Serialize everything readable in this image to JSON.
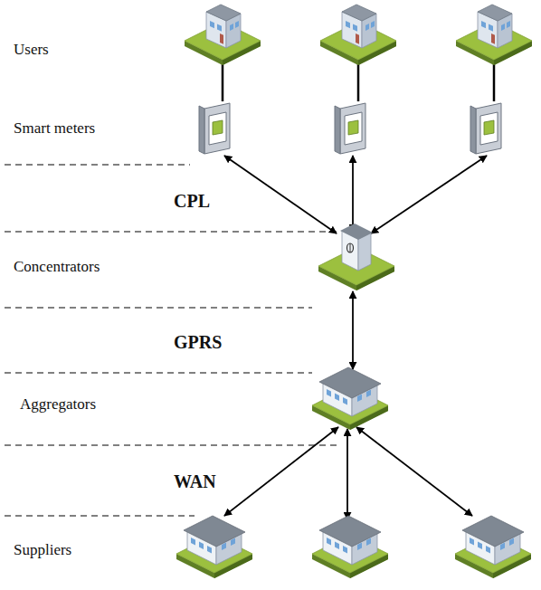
{
  "diagram": {
    "labels": [
      "Users",
      "Smart meters",
      "CPL",
      "Concentrators",
      "GPRS",
      "Aggregators",
      "WAN",
      "Suppliers"
    ]
  }
}
